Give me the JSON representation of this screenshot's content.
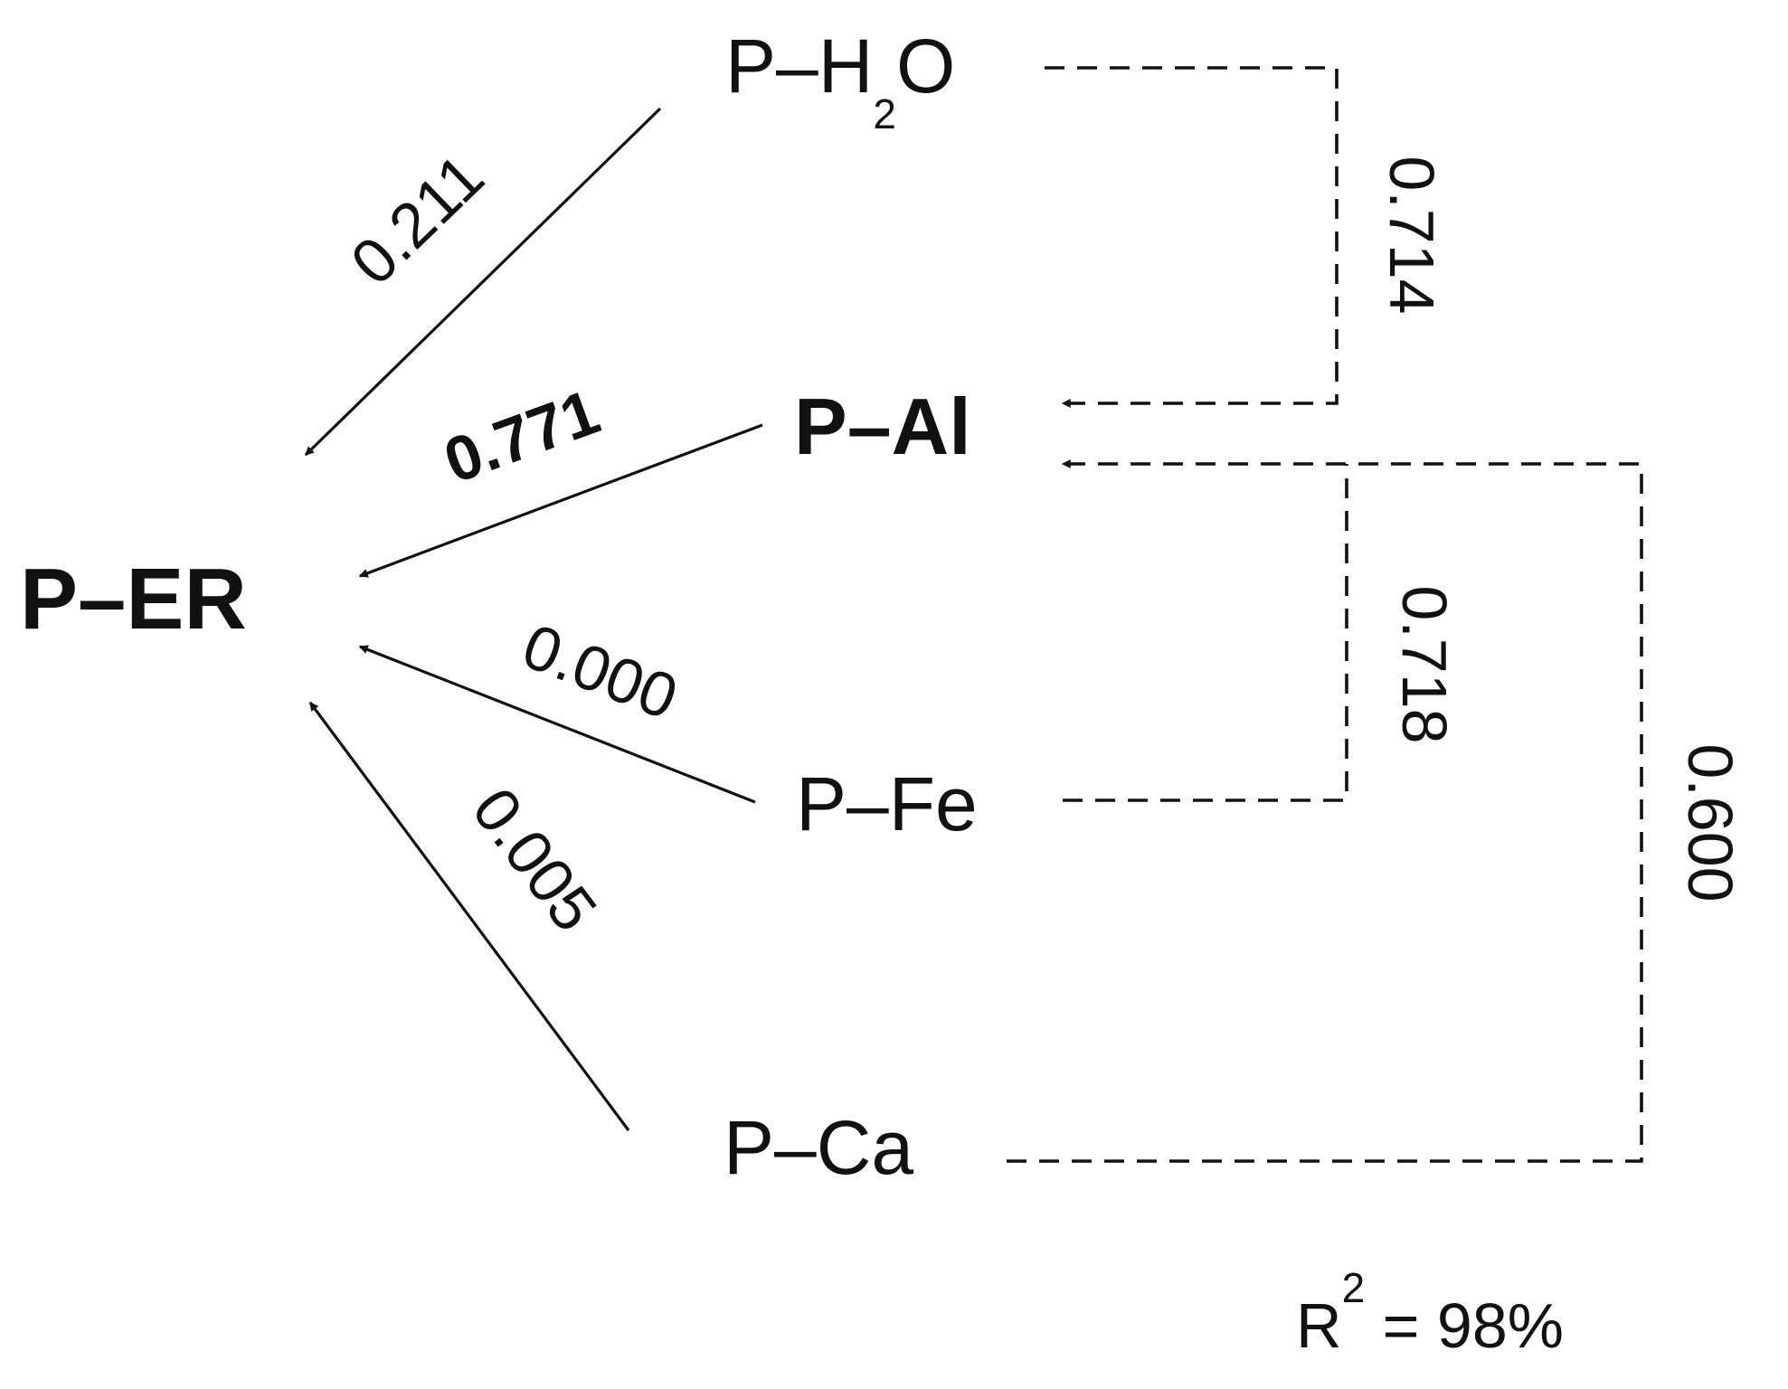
{
  "nodes": {
    "p_er": "P–ER",
    "p_h2o_main": "P–H",
    "p_h2o_sub": "2",
    "p_h2o_tail": "O",
    "p_al": "P–Al",
    "p_fe": "P–Fe",
    "p_ca": "P–Ca"
  },
  "direct_paths": {
    "h2o_to_er": "0.211",
    "al_to_er": "0.771",
    "fe_to_er": "0.000",
    "ca_to_er": "0.005"
  },
  "indirect_paths": {
    "h2o_to_al": "0.714",
    "fe_to_al": "0.718",
    "ca_to_al": "0.600"
  },
  "fit": {
    "label": "R",
    "superscript": "2",
    "value": " = 98%"
  }
}
